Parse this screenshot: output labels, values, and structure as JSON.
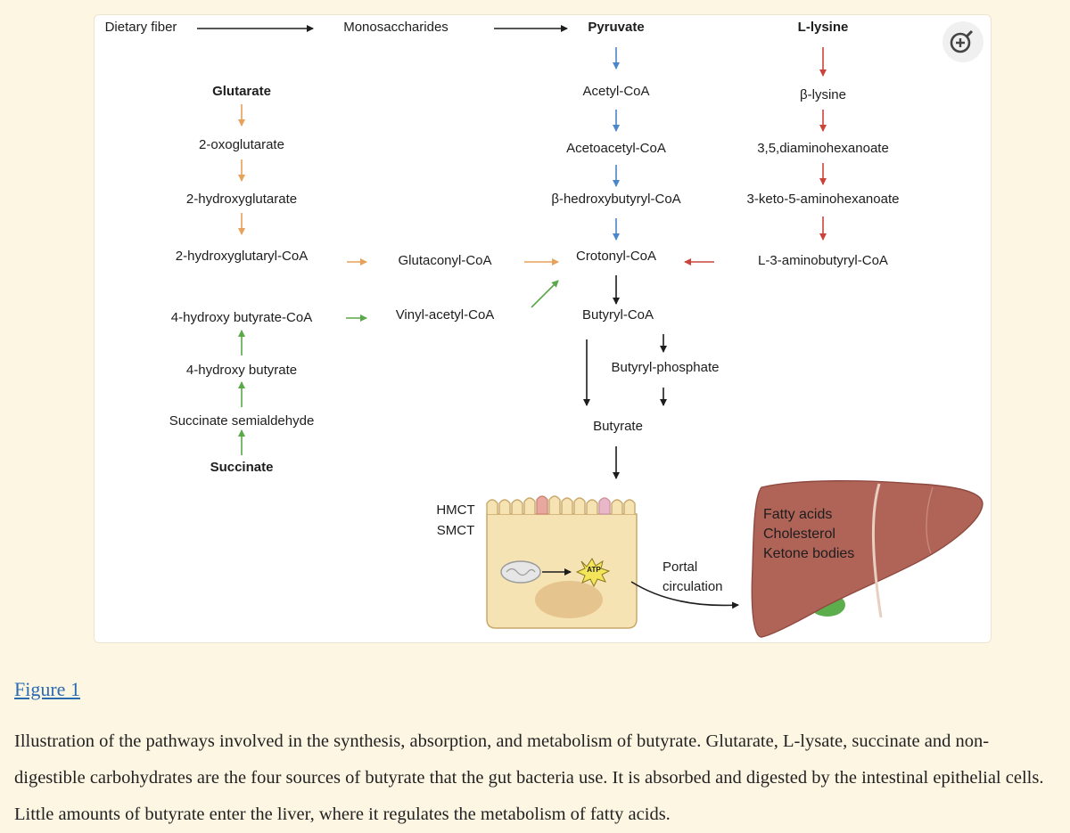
{
  "diagram": {
    "top_row": {
      "dietary_fiber": "Dietary fiber",
      "monosaccharides": "Monosaccharides",
      "pyruvate": "Pyruvate",
      "l_lysine": "L-lysine"
    },
    "glutarate_path": {
      "glutarate": "Glutarate",
      "oxoglutarate": "2-oxoglutarate",
      "hydroxyglutarate": "2-hydroxyglutarate",
      "hydroxyglutaryl_coa": "2-hydroxyglutaryl-CoA",
      "glutaconyl_coa": "Glutaconyl-CoA"
    },
    "succinate_path": {
      "hydroxybutyrate_coa": "4-hydroxy butyrate-CoA",
      "vinyl_acetyl_coa": "Vinyl-acetyl-CoA",
      "hydroxybutyrate": "4-hydroxy butyrate",
      "succinate_semialdehyde": "Succinate semialdehyde",
      "succinate": "Succinate"
    },
    "pyruvate_path": {
      "acetyl_coa": "Acetyl-CoA",
      "acetoacetyl_coa": "Acetoacetyl-CoA",
      "hydroxybutyryl_coa": "β-hedroxybutyryl-CoA",
      "crotonyl_coa": "Crotonyl-CoA",
      "butyryl_coa": "Butyryl-CoA",
      "butyryl_phosphate": "Butyryl-phosphate",
      "butyrate": "Butyrate"
    },
    "lysine_path": {
      "b_lysine": "β-lysine",
      "diaminohexanoate": "3,5,diaminohexanoate",
      "keto_aminohexanoate": "3-keto-5-aminohexanoate",
      "aminobutyryl_coa": "L-3-aminobutyryl-CoA"
    },
    "cell": {
      "hmct": "HMCT",
      "smct": "SMCT",
      "atp": "ATP",
      "portal": "Portal",
      "circulation": "circulation"
    },
    "liver": {
      "fatty_acids": "Fatty acids",
      "cholesterol": "Cholesterol",
      "ketone_bodies": "Ketone bodies"
    },
    "colors": {
      "orange_arrow": "#e8a15a",
      "blue_arrow": "#4a86c8",
      "green_arrow": "#5aa84a",
      "red_arrow": "#c9453c",
      "liver": "#b06458",
      "cell_fill": "#f6e3b4"
    }
  },
  "zoom_icon": "zoom-in-icon",
  "figure_link": "Figure 1",
  "caption": "Illustration of the pathways involved in the synthesis, absorption, and metabolism of butyrate. Glutarate, L-lysate, succinate and non-digestible carbohydrates are the four sources of butyrate that the gut bacteria use. It is absorbed and digested by the intestinal epithelial cells. Little amounts of butyrate enter the liver, where it regulates the metabolism of fatty acids."
}
